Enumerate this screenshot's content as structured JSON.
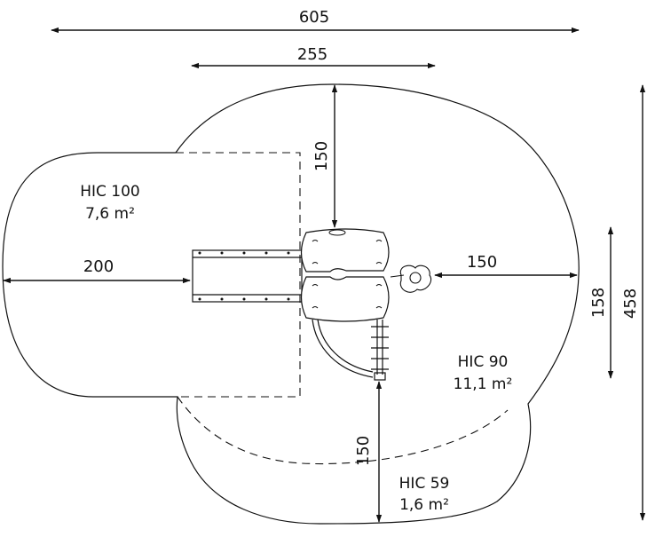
{
  "dimensions": {
    "total_width": "605",
    "equipment_width": "255",
    "top_clearance": "150",
    "left_clearance": "200",
    "right_clearance": "150",
    "equipment_depth": "158",
    "total_depth": "458",
    "bottom_clearance": "150"
  },
  "zones": [
    {
      "hic": "HIC 100",
      "area": "7,6 m²"
    },
    {
      "hic": "HIC 90",
      "area": "11,1 m²"
    },
    {
      "hic": "HIC 59",
      "area": "1,6 m²"
    }
  ],
  "colors": {
    "line": "#111111",
    "background": "#ffffff"
  }
}
